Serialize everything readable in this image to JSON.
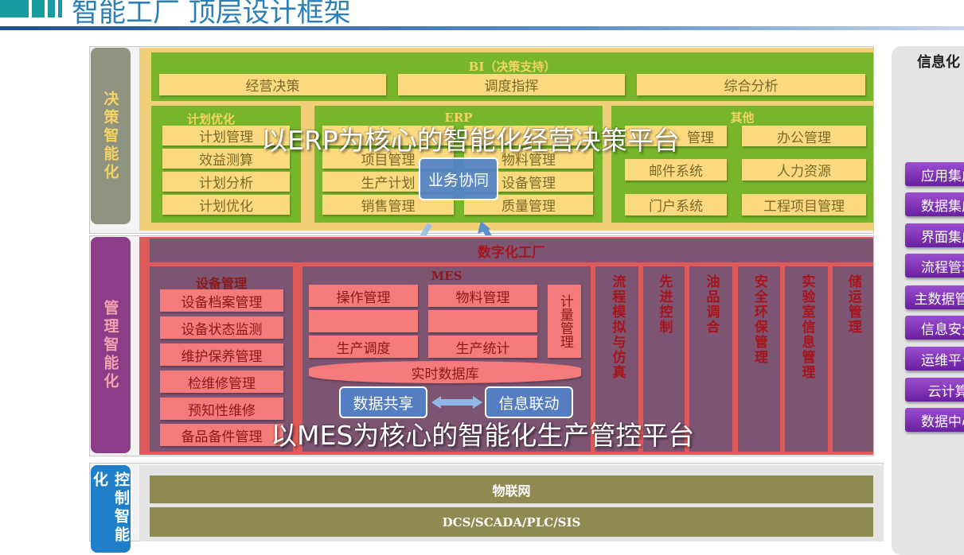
{
  "title": "智能工厂 顶层设计框架",
  "colors": {
    "accent": "#1f5fa8",
    "decision_green": "#77b52a",
    "management_red": "#e05a5a",
    "purple": "#7e5473",
    "info_purple": "#7b2fb5"
  },
  "decision": {
    "label": "决策智能化",
    "bi": {
      "title": "BI（决策支持）",
      "items": [
        "经营决策",
        "调度指挥",
        "综合分析"
      ]
    },
    "plan": {
      "title": "计划优化",
      "items": [
        "计划管理",
        "效益测算",
        "计划分析",
        "计划优化"
      ]
    },
    "erp": {
      "title": "ERP",
      "col1": [
        "",
        "项目管理",
        "生产计划",
        "销售管理"
      ],
      "col2": [
        "",
        "物料管理",
        "设备管理",
        "质量管理"
      ]
    },
    "other": {
      "title": "其他",
      "col1": [
        "管理",
        "邮件系统",
        "门户系统"
      ],
      "col2": [
        "办公管理",
        "人力资源",
        "工程项目管理"
      ]
    },
    "overlay": "以ERP为核心的智能化经营决策平台",
    "collab": "业务协同"
  },
  "management": {
    "label": "管理智能化",
    "header": "数字化工厂",
    "equipment": {
      "title": "设备管理",
      "items": [
        "设备档案管理",
        "设备状态监测",
        "维护保养管理",
        "检维修管理",
        "预知性维修",
        "备品备件管理"
      ]
    },
    "mes": {
      "title": "MES",
      "row1": [
        "操作管理",
        "物料管理"
      ],
      "row2": [
        "",
        ""
      ],
      "row3": [
        "生产调度",
        "生产统计"
      ],
      "metering": "计量管理",
      "rtdb": "实时数据库"
    },
    "columns": [
      "流程模拟与仿真",
      "先进控制",
      "油品调合",
      "安全环保管理",
      "实验室信息管理",
      "储运管理"
    ],
    "share": "数据共享",
    "link": "信息联动",
    "overlay": "以MES为核心的智能化生产管控平台"
  },
  "control": {
    "label": "控制智能化",
    "iot": "物联网",
    "dcs": "DCS/SCADA/PLC/SIS"
  },
  "info": {
    "title": "信息化",
    "items": [
      "应用集成",
      "数据集成",
      "界面集成",
      "流程管理",
      "主数据管理",
      "信息安全",
      "运维平台",
      "云计算",
      "数据中心"
    ]
  }
}
